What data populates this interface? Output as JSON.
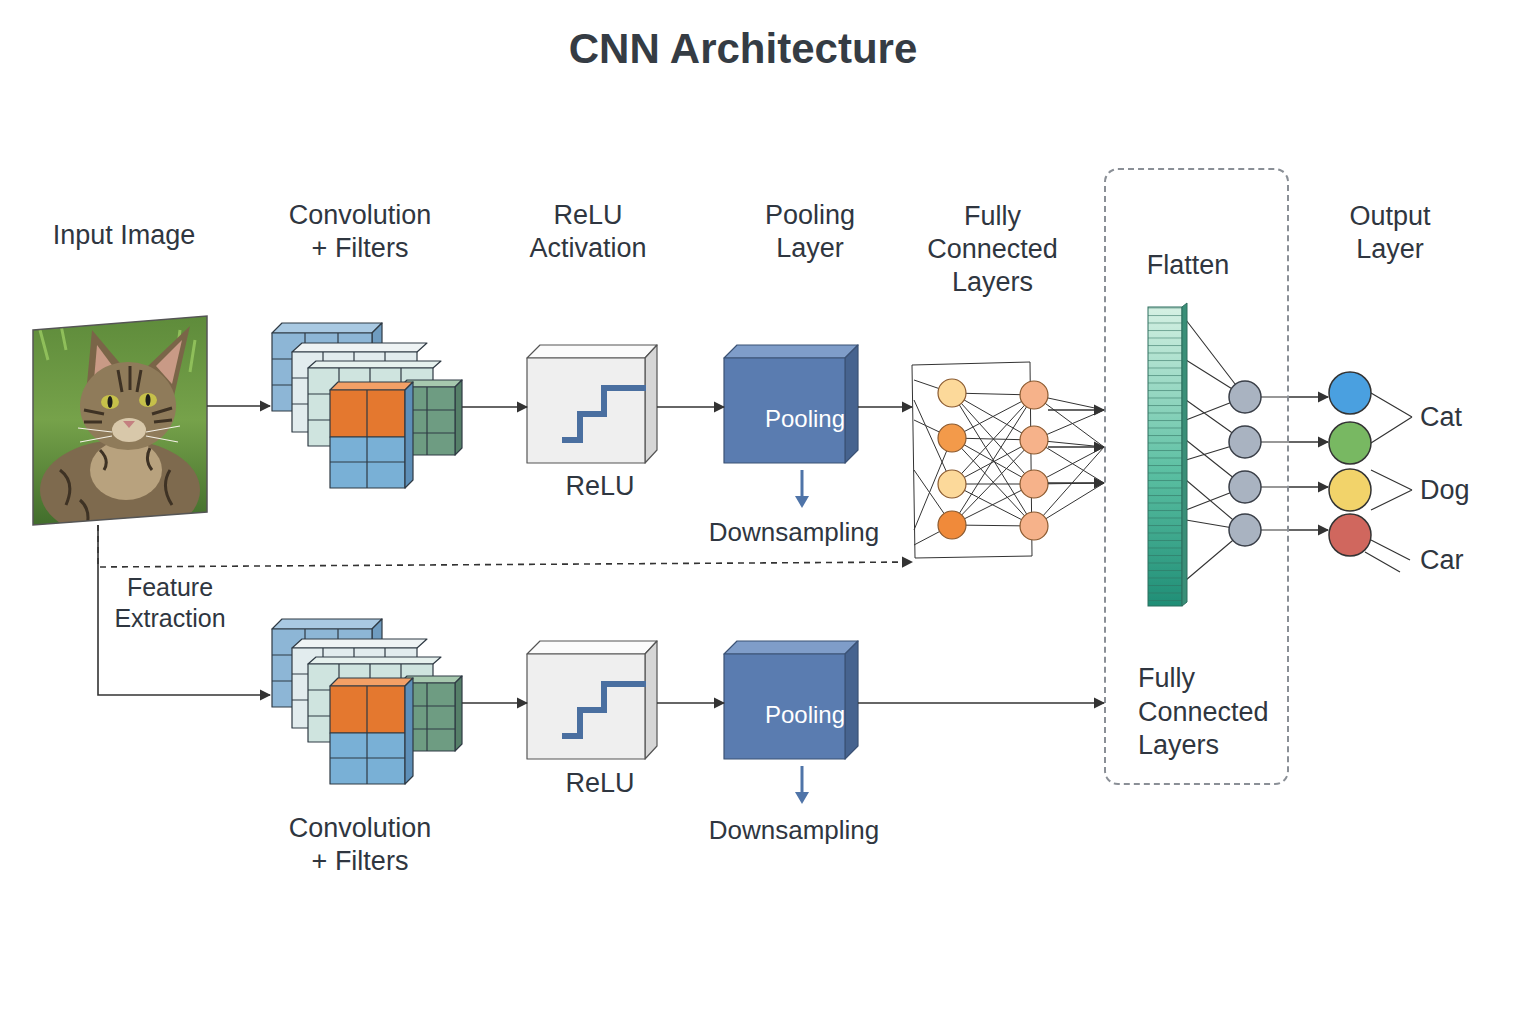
{
  "diagram": {
    "title": "CNN Architecture",
    "nodes": [
      {
        "text": [
          "Input Image"
        ]
      },
      {
        "text": [
          "Convolution + Filters"
        ]
      },
      {
        "text": [
          "ReLU Activation",
          "ReLU"
        ]
      },
      {
        "text": [
          "Pooling Layer",
          "Pooling"
        ]
      },
      {
        "text": [
          "Fully Connected Layers"
        ]
      },
      {
        "text": [
          "Flatten",
          "Fully Connected Layers"
        ]
      },
      {
        "text": [
          "Output Layer"
        ]
      },
      {
        "text": [
          "Convolution + Filters"
        ]
      },
      {
        "text": [
          "ReLU"
        ]
      },
      {
        "text": [
          "Pooling"
        ]
      }
    ],
    "edges": [
      {
        "from": 0,
        "to": 1,
        "arrow": "to"
      },
      {
        "from": 1,
        "to": 2,
        "arrow": "to"
      },
      {
        "from": 2,
        "to": 3,
        "arrow": "to"
      },
      {
        "from": 3,
        "to": 4,
        "arrow": "to"
      },
      {
        "from": 4,
        "to": 5,
        "arrow": "to"
      },
      {
        "from": 5,
        "to": 6,
        "arrow": "to"
      },
      {
        "from": 0,
        "to": 7,
        "arrow": "to"
      },
      {
        "from": 7,
        "to": 8,
        "arrow": "to"
      },
      {
        "from": 8,
        "to": 9,
        "arrow": "to"
      },
      {
        "from": 9,
        "to": 5,
        "arrow": "to"
      },
      {
        "from": 0,
        "to": 4,
        "label": "Feature Extraction",
        "arrow": "to"
      }
    ],
    "labels": [
      "Downsampling",
      "Cat",
      "Dog",
      "Car",
      "Downsampling"
    ]
  }
}
